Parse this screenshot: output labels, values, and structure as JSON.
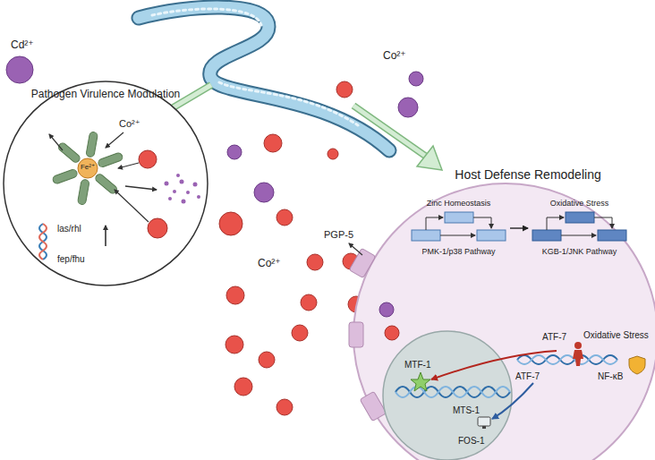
{
  "diagram": {
    "nodes": [
      {
        "text": [
          "Pathogen Virulence Modulation"
        ]
      },
      {
        "text": [
          "Fe²⁺"
        ],
        "in": 0
      },
      {
        "text": [
          "Host Defense Remodeling"
        ]
      },
      {
        "text": [
          "Zinc Homeostasis",
          "PMK-1/p38 Pathway"
        ],
        "in": 2
      },
      {
        "text": [
          "Oxidative Stress",
          "KGB-1/JNK Pathway"
        ],
        "in": 2
      }
    ],
    "edges": [
      {
        "from": 3,
        "to": 4,
        "arrow": "to"
      }
    ],
    "labels": [
      "Cd²⁺",
      "Co²⁺",
      "Co²⁺",
      "las/rhl",
      "fep/fhu",
      "PGP-5",
      "Co²⁺",
      "MTF-1",
      "MTS-1",
      "FOS-1",
      "ATF-7",
      "ATF-7",
      "Oxidative Stress",
      "NF-κB"
    ]
  }
}
